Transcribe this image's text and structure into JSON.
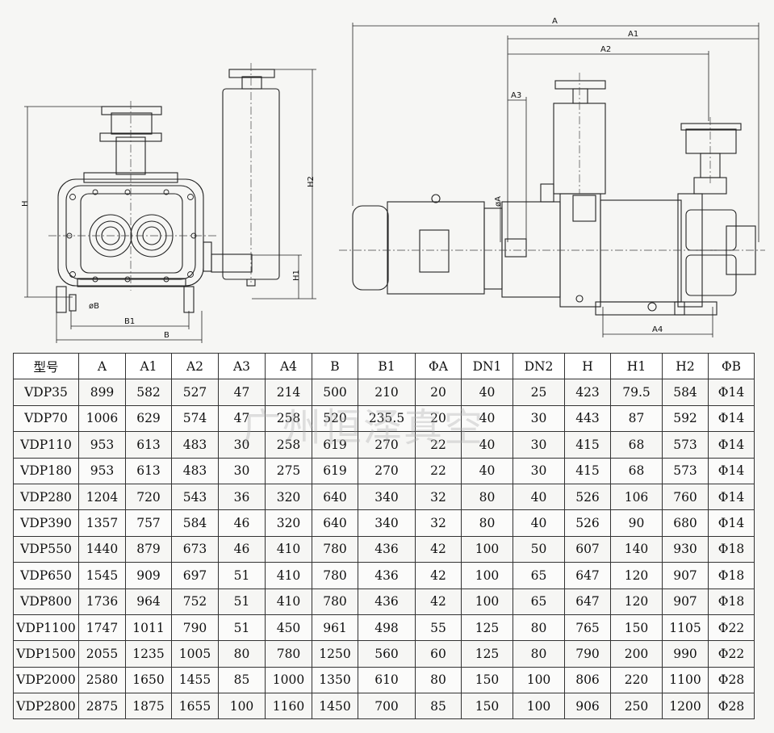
{
  "drawing": {
    "dims": {
      "A": "A",
      "A1": "A1",
      "A2": "A2",
      "A3": "A3",
      "A4": "A4",
      "B": "B",
      "B1": "B1",
      "H": "H",
      "H1": "H1",
      "H2": "H2",
      "phiA": "øA",
      "phiB": "øB"
    }
  },
  "table": {
    "headers": [
      "型号",
      "A",
      "A1",
      "A2",
      "A3",
      "A4",
      "B",
      "B1",
      "ΦA",
      "DN1",
      "DN2",
      "H",
      "H1",
      "H2",
      "ΦB"
    ],
    "rows": [
      [
        "VDP35",
        "899",
        "582",
        "527",
        "47",
        "214",
        "500",
        "210",
        "20",
        "40",
        "25",
        "423",
        "79.5",
        "584",
        "Φ14"
      ],
      [
        "VDP70",
        "1006",
        "629",
        "574",
        "47",
        "258",
        "520",
        "235.5",
        "20",
        "40",
        "30",
        "443",
        "87",
        "592",
        "Φ14"
      ],
      [
        "VDP110",
        "953",
        "613",
        "483",
        "30",
        "258",
        "619",
        "270",
        "22",
        "40",
        "30",
        "415",
        "68",
        "573",
        "Φ14"
      ],
      [
        "VDP180",
        "953",
        "613",
        "483",
        "30",
        "275",
        "619",
        "270",
        "22",
        "40",
        "30",
        "415",
        "68",
        "573",
        "Φ14"
      ],
      [
        "VDP280",
        "1204",
        "720",
        "543",
        "36",
        "320",
        "640",
        "340",
        "32",
        "80",
        "40",
        "526",
        "106",
        "760",
        "Φ14"
      ],
      [
        "VDP390",
        "1357",
        "757",
        "584",
        "46",
        "320",
        "640",
        "340",
        "32",
        "80",
        "40",
        "526",
        "90",
        "680",
        "Φ14"
      ],
      [
        "VDP550",
        "1440",
        "879",
        "673",
        "46",
        "410",
        "780",
        "436",
        "42",
        "100",
        "50",
        "607",
        "140",
        "930",
        "Φ18"
      ],
      [
        "VDP650",
        "1545",
        "909",
        "697",
        "51",
        "410",
        "780",
        "436",
        "42",
        "100",
        "65",
        "647",
        "120",
        "907",
        "Φ18"
      ],
      [
        "VDP800",
        "1736",
        "964",
        "752",
        "51",
        "410",
        "780",
        "436",
        "42",
        "100",
        "65",
        "647",
        "120",
        "907",
        "Φ18"
      ],
      [
        "VDP1100",
        "1747",
        "1011",
        "790",
        "51",
        "450",
        "961",
        "498",
        "55",
        "125",
        "80",
        "765",
        "150",
        "1105",
        "Φ22"
      ],
      [
        "VDP1500",
        "2055",
        "1235",
        "1005",
        "80",
        "780",
        "1250",
        "560",
        "60",
        "125",
        "80",
        "790",
        "200",
        "990",
        "Φ22"
      ],
      [
        "VDP2000",
        "2580",
        "1650",
        "1455",
        "85",
        "1000",
        "1350",
        "610",
        "80",
        "150",
        "100",
        "806",
        "220",
        "1100",
        "Φ28"
      ],
      [
        "VDP2800",
        "2875",
        "1875",
        "1655",
        "100",
        "1160",
        "1450",
        "700",
        "85",
        "150",
        "100",
        "906",
        "250",
        "1200",
        "Φ28"
      ]
    ]
  },
  "watermark": "广州恒泽真空"
}
